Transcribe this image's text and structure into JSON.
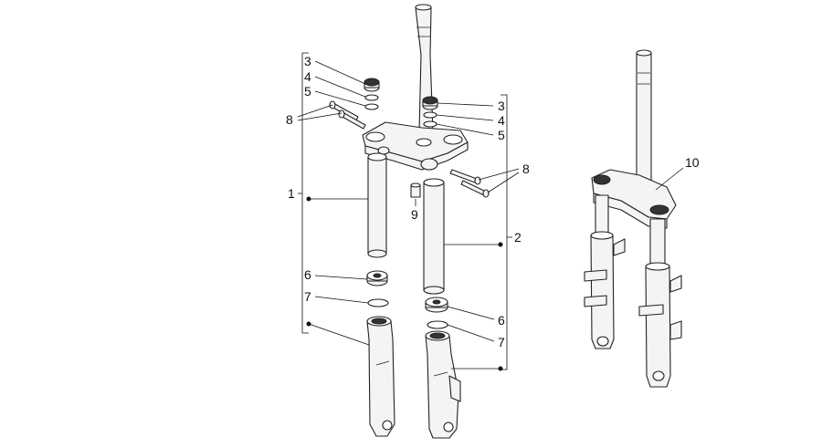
{
  "diagram": {
    "callouts": [
      {
        "id": "c1",
        "text": "1"
      },
      {
        "id": "c2",
        "text": "2"
      },
      {
        "id": "c3a",
        "text": "3"
      },
      {
        "id": "c4a",
        "text": "4"
      },
      {
        "id": "c5a",
        "text": "5"
      },
      {
        "id": "c3b",
        "text": "3"
      },
      {
        "id": "c4b",
        "text": "4"
      },
      {
        "id": "c5b",
        "text": "5"
      },
      {
        "id": "c6a",
        "text": "6"
      },
      {
        "id": "c7a",
        "text": "7"
      },
      {
        "id": "c6b",
        "text": "6"
      },
      {
        "id": "c7b",
        "text": "7"
      },
      {
        "id": "c8a",
        "text": "8"
      },
      {
        "id": "c8b",
        "text": "8"
      },
      {
        "id": "c9",
        "text": "9"
      },
      {
        "id": "c10",
        "text": "10"
      }
    ]
  }
}
